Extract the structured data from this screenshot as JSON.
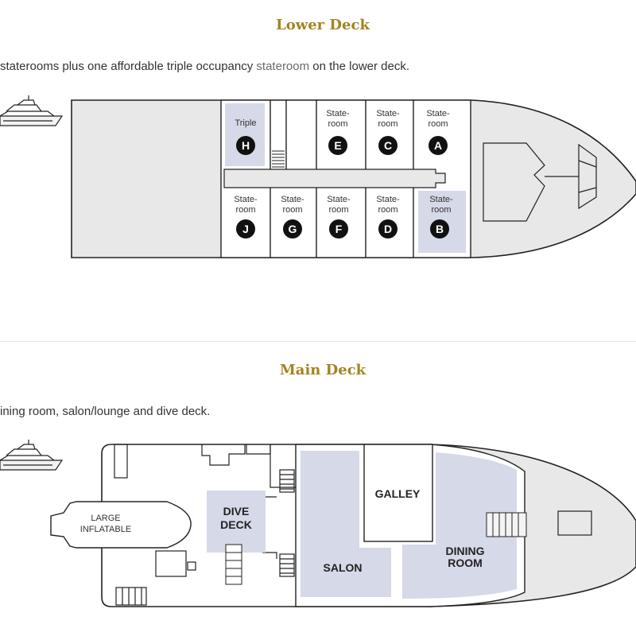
{
  "colors": {
    "title": "#a38422",
    "hull": "#e8e8e8",
    "highlight": "#d5d9e8",
    "badge": "#111111",
    "stroke": "#222222"
  },
  "lower_deck": {
    "title": "Lower Deck",
    "description_before": "staterooms plus one affordable triple occupancy ",
    "description_link": "stateroom",
    "description_after": " on the lower deck.",
    "rooms": {
      "H": {
        "label": "Triple",
        "letter": "H"
      },
      "E": {
        "label_line1": "State-",
        "label_line2": "room",
        "letter": "E"
      },
      "C": {
        "label_line1": "State-",
        "label_line2": "room",
        "letter": "C"
      },
      "A": {
        "label_line1": "State-",
        "label_line2": "room",
        "letter": "A"
      },
      "J": {
        "label_line1": "State-",
        "label_line2": "room",
        "letter": "J"
      },
      "G": {
        "label_line1": "State-",
        "label_line2": "room",
        "letter": "G"
      },
      "F": {
        "label_line1": "State-",
        "label_line2": "room",
        "letter": "F"
      },
      "D": {
        "label_line1": "State-",
        "label_line2": "room",
        "letter": "D"
      },
      "B": {
        "label_line1": "State-",
        "label_line2": "room",
        "letter": "B"
      }
    }
  },
  "main_deck": {
    "title": "Main Deck",
    "description": "ining room, salon/lounge and dive deck.",
    "areas": {
      "inflatable_line1": "LARGE",
      "inflatable_line2": "INFLATABLE",
      "dive_line1": "DIVE",
      "dive_line2": "DECK",
      "galley": "GALLEY",
      "salon": "SALON",
      "dining_line1": "DINING",
      "dining_line2": "ROOM"
    }
  }
}
